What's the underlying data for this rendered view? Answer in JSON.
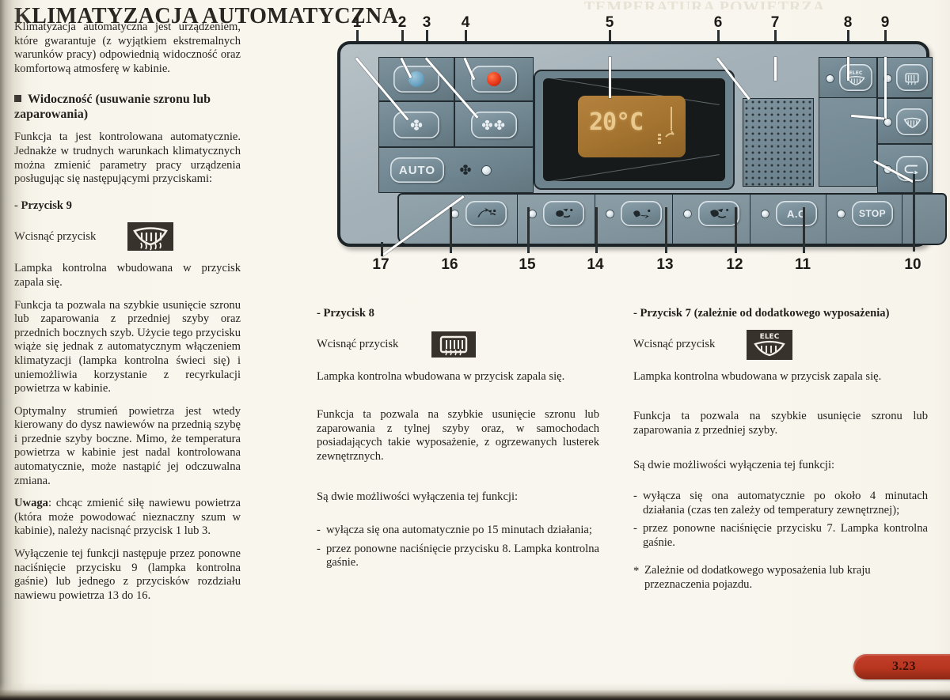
{
  "page": {
    "title": "KLIMATYZACJA AUTOMATYCZNA",
    "top_bleed_text": "TEMPERATURA POWIETRZA",
    "page_number": "3.23"
  },
  "left_column": {
    "intro": "Klimatyzacja automatyczna jest urządzeniem, które gwarantuje (z wyjątkiem ekstremalnych warunków pracy) odpowiednią widoczność oraz komfortową atmosferę w kabinie.",
    "section_heading": "Widoczność (usuwanie szronu lub zaparowania)",
    "section_intro": "Funkcja ta jest kontrolowana automatycznie. Jednakże w trudnych warunkach klimatycznych można zmienić parametry pracy urządzenia posługując się następującymi przyciskami:",
    "button_heading": "- Przycisk 9",
    "press_label": "Wcisnąć przycisk",
    "icon_name": "front-defrost-icon",
    "p1": "Lampka kontrolna wbudowana w przycisk zapala się.",
    "p2": "Funkcja ta pozwala na szybkie usunięcie szronu lub zaparowania z przedniej szyby oraz przednich bocznych szyb. Użycie tego przycisku wiąże się jednak z automatycznym włączeniem klimatyzacji (lampka kontrolna świeci się) i uniemożliwia korzystanie z recyrkulacji powietrza w kabinie.",
    "p3": "Optymalny strumień powietrza jest wtedy kierowany do dysz nawiewów na przednią szybę i przednie szyby boczne. Mimo, że temperatura powietrza w kabinie jest nadal kontrolowana automatycznie, może nastąpić jej odczuwalna zmiana.",
    "note_label": "Uwaga",
    "note_text": ": chcąc zmienić siłę nawiewu powietrza (która może powodować nieznaczny szum w kabinie), należy nacisnąć przycisk 1 lub 3.",
    "p4": "Wyłączenie tej funkcji następuje przez ponowne naciśnięcie przycisku 9 (lampka kontrolna gaśnie) lub jednego z przycisków rozdziału nawiewu powietrza 13 do 16."
  },
  "middle_column": {
    "button_heading": "- Przycisk 8",
    "press_label": "Wcisnąć przycisk",
    "icon_name": "rear-defrost-icon",
    "p1": "Lampka kontrolna wbudowana w przycisk zapala się.",
    "p2": "Funkcja ta pozwala na szybkie usunięcie szronu lub zaparowania z tylnej szyby oraz, w samochodach posiadających takie wyposażenie, z ogrzewanych lusterek zewnętrznych.",
    "p3": "Są dwie możliwości wyłączenia tej funkcji:",
    "bullets": [
      "wyłącza się ona automatycznie po 15 minutach działania;",
      "przez ponowne naciśnięcie przycisku 8. Lampka kontrolna gaśnie."
    ]
  },
  "right_column": {
    "button_heading": "- Przycisk 7 (zależnie od dodatkowego wyposażenia)",
    "press_label": "Wcisnąć przycisk",
    "icon_name": "elec-front-defrost-icon",
    "icon_text": "ELEC",
    "p1": "Lampka kontrolna wbudowana w przycisk zapala się.",
    "p2": "Funkcja ta pozwala na szybkie usunięcie szronu lub zaparowania z przedniej szyby.",
    "p3": "Są dwie możliwości wyłączenia tej funkcji:",
    "bullets": [
      "wyłącza się ona automatycznie po około 4 minutach działania (czas ten zależy od temperatury zewnętrznej);",
      "przez ponowne naciśnięcie przycisku 7. Lampka kontrolna gaśnie."
    ],
    "footnote": "Zależnie od dodatkowego wyposażenia lub kraju przeznaczenia pojazdu."
  },
  "diagram": {
    "name": "automatic-climate-control-panel",
    "display_value": "20°C",
    "auto_label": "AUTO",
    "ac_label": "A.C",
    "stop_label": "STOP",
    "callouts_top": [
      "1",
      "2",
      "3",
      "4",
      "5",
      "6",
      "7",
      "8",
      "9"
    ],
    "callouts_bottom": [
      "17",
      "16",
      "15",
      "14",
      "13",
      "12",
      "11",
      "10"
    ],
    "buttons": [
      {
        "id": "1",
        "name": "fan-speed-decrease-button"
      },
      {
        "id": "2",
        "name": "temperature-cold-button"
      },
      {
        "id": "3",
        "name": "fan-speed-increase-button"
      },
      {
        "id": "4",
        "name": "temperature-hot-button"
      },
      {
        "id": "5",
        "name": "temperature-display"
      },
      {
        "id": "6",
        "name": "cabin-temperature-sensor-grille"
      },
      {
        "id": "7",
        "name": "electric-windscreen-defrost-button"
      },
      {
        "id": "8",
        "name": "rear-screen-defrost-button"
      },
      {
        "id": "9",
        "name": "front-screen-defrost-button"
      },
      {
        "id": "10",
        "name": "air-recirculation-button"
      },
      {
        "id": "11",
        "name": "stop-button"
      },
      {
        "id": "12",
        "name": "ac-button"
      },
      {
        "id": "13",
        "name": "air-distribution-feet-screen-button"
      },
      {
        "id": "14",
        "name": "air-distribution-feet-button"
      },
      {
        "id": "15",
        "name": "air-distribution-vents-feet-button"
      },
      {
        "id": "16",
        "name": "air-distribution-vents-button"
      },
      {
        "id": "17",
        "name": "auto-mode-button"
      }
    ]
  }
}
